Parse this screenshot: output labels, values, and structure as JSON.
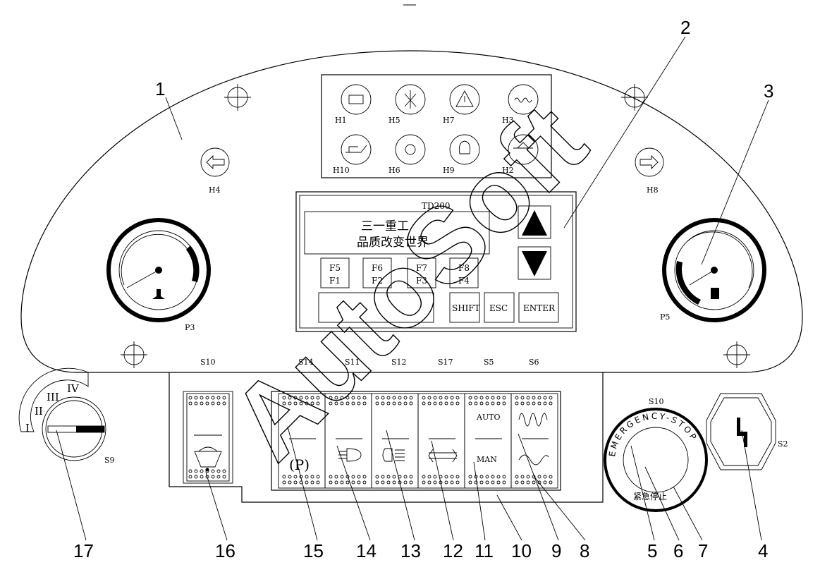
{
  "callouts": {
    "c1": "1",
    "c2": "2",
    "c3": "3",
    "c4": "4",
    "c5": "5",
    "c6": "6",
    "c7": "7",
    "c8": "8",
    "c9": "9",
    "c10": "10",
    "c11": "11",
    "c12": "12",
    "c13": "13",
    "c14": "14",
    "c15": "15",
    "c16": "16",
    "c17": "17"
  },
  "indicators": {
    "h1": "H1",
    "h5": "H5",
    "h7": "H7",
    "h3": "H3",
    "h10": "H10",
    "h6": "H6",
    "h9": "H9",
    "h2": "H2",
    "h4": "H4",
    "h8": "H8"
  },
  "gauges": {
    "left_label": "P3",
    "right_label": "P5"
  },
  "display": {
    "model": "TD200",
    "line1": "三一重工",
    "line2": "品质改变世界",
    "f5": "F5",
    "f1": "F1",
    "f6": "F6",
    "f2": "F2",
    "f7": "F7",
    "f3": "F3",
    "f8": "F8",
    "f4": "F4",
    "shift": "SHIFT",
    "esc": "ESC",
    "enter": "ENTER"
  },
  "switch_labels": {
    "s10": "S10",
    "s14": "S14",
    "s11": "S11",
    "s12": "S12",
    "s17": "S17",
    "s5": "S5",
    "s6": "S6",
    "s10_estop": "S10",
    "s2": "S2",
    "s9": "S9"
  },
  "switch_text": {
    "auto": "AUTO",
    "man": "MAN",
    "parking": "(P)"
  },
  "ignition": {
    "pos1": "I",
    "pos2": "II",
    "pos3": "III",
    "pos4": "IV"
  },
  "estop": {
    "ring_text": "EMERGENCY-STOP",
    "cn_text": "紧急停止"
  },
  "watermark": "AutoSoft"
}
